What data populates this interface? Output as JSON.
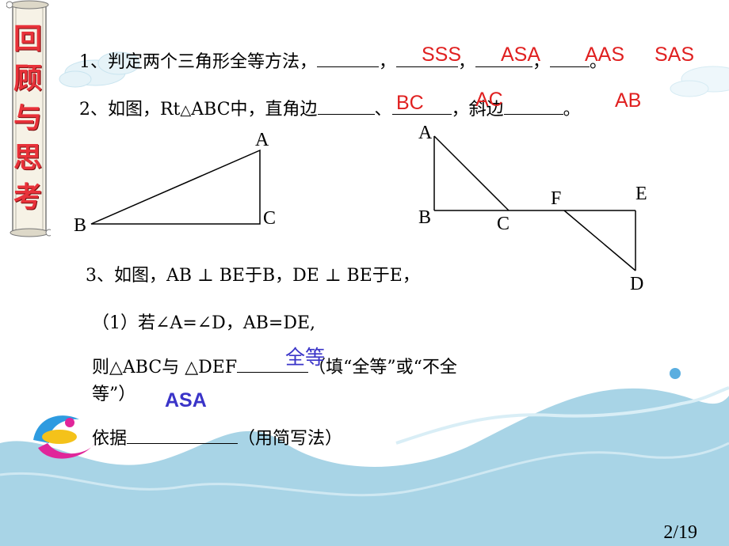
{
  "sidebar": {
    "chars": [
      "回",
      "顾",
      "与",
      "思",
      "考"
    ]
  },
  "q1": {
    "text": "1、判定两个三角形全等方法，",
    "sep": "，",
    "end": "。",
    "answers": [
      "SSS",
      "ASA",
      "AAS",
      "SAS"
    ]
  },
  "q2": {
    "prefix": "2、如图，Rt",
    "triangle": "△",
    "mid": "ABC中，直角边",
    "sep": "、",
    "hyp": "，斜边",
    "end": "。",
    "answers": [
      "BC",
      "AC",
      "AB"
    ]
  },
  "fig1": {
    "labels": {
      "A": "A",
      "B": "B",
      "C": "C"
    }
  },
  "fig2": {
    "labels": {
      "A": "A",
      "B": "B",
      "C": "C",
      "D": "D",
      "E": "E",
      "F": "F"
    }
  },
  "q3": {
    "text1": "3、如图，AB ",
    "perp": "⊥",
    "text2": " BE于B，DE  ",
    "text3": " BE于E，",
    "sub1": "（1）若∠A=∠D，AB=DE,",
    "line_a": "则△ABC与 △DEF",
    "line_a_end": "（填“全等”或“不全",
    "line_b": "等”）",
    "answer_equal": "全等",
    "answer_basis": "ASA",
    "basis_label": "依据",
    "basis_end": "（用简写法）"
  },
  "page": {
    "number": "2/19"
  },
  "colors": {
    "answer_red": "#e02020",
    "answer_blue": "#3a34c8",
    "wave": "#a8d4e6",
    "title_red": "#e8323a"
  }
}
